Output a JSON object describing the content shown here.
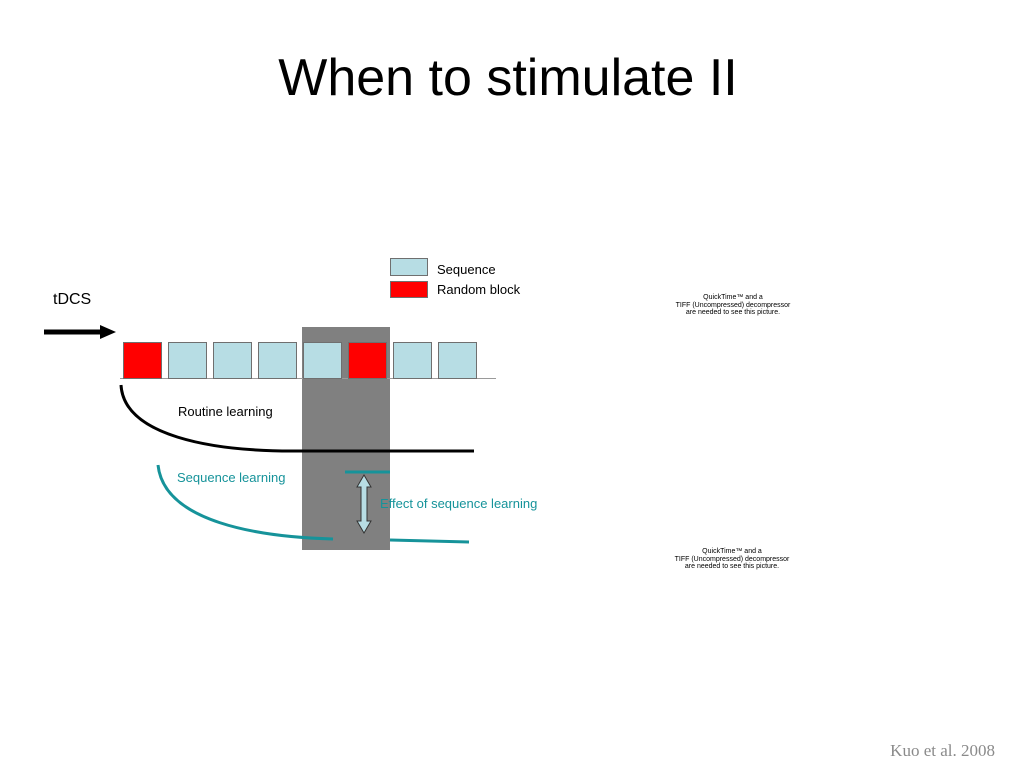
{
  "slide": {
    "title": "When to stimulate II",
    "citation": "Kuo et al. 2008"
  },
  "diagram": {
    "tdcs_label": "tDCS",
    "legend": [
      {
        "label": "Sequence",
        "color": "#b7dde4"
      },
      {
        "label": "Random block",
        "color": "#ff0000"
      }
    ],
    "blocks": [
      1,
      0,
      0,
      0,
      0,
      1,
      0,
      0
    ],
    "routine_label": "Routine learning",
    "sequence_label": "Sequence learning",
    "effect_label": "Effect of sequence learning"
  },
  "placeholders": [
    {
      "lines": [
        "QuickTime™ and a",
        "TIFF (Uncompressed) decompressor",
        "are needed to see this picture."
      ]
    },
    {
      "lines": [
        "QuickTime™ and a",
        "TIFF (Uncompressed) decompressor",
        "are needed to see this picture."
      ]
    }
  ],
  "colors": {
    "teal": "#16939a",
    "gray_band": "#808080",
    "routine_curve": "#000000"
  }
}
